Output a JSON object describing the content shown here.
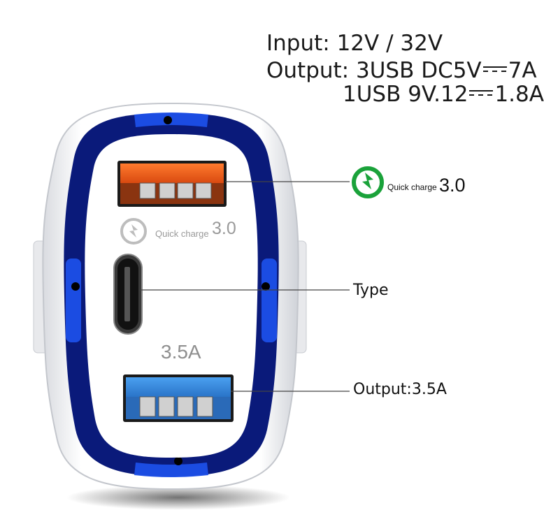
{
  "specs": {
    "input_line": "Input: 12V / 32V",
    "output_prefix": "Output: 3USB DC5V",
    "output_value": "7A",
    "second_prefix": "1USB 9V.12",
    "second_value": "1.8A"
  },
  "callouts": {
    "quick_charge_text": "Quick charge",
    "quick_charge_version": "3.0",
    "type_label": "Type",
    "output_label": "Output:3.5A"
  },
  "ports": {
    "qc_port_text": "Quick charge",
    "qc_port_version": "3.0",
    "amp_rating": "3.5A"
  },
  "colors": {
    "qc_port": "#f05a1a",
    "amp_port": "#3b8fe0",
    "ring": "#0a1a7a",
    "led": "#1c4fe8",
    "qc_logo": "#1aa23a"
  },
  "icons": {
    "quick_charge_logo": "quick-charge-icon",
    "dc_symbol": "dc-symbol-icon"
  }
}
